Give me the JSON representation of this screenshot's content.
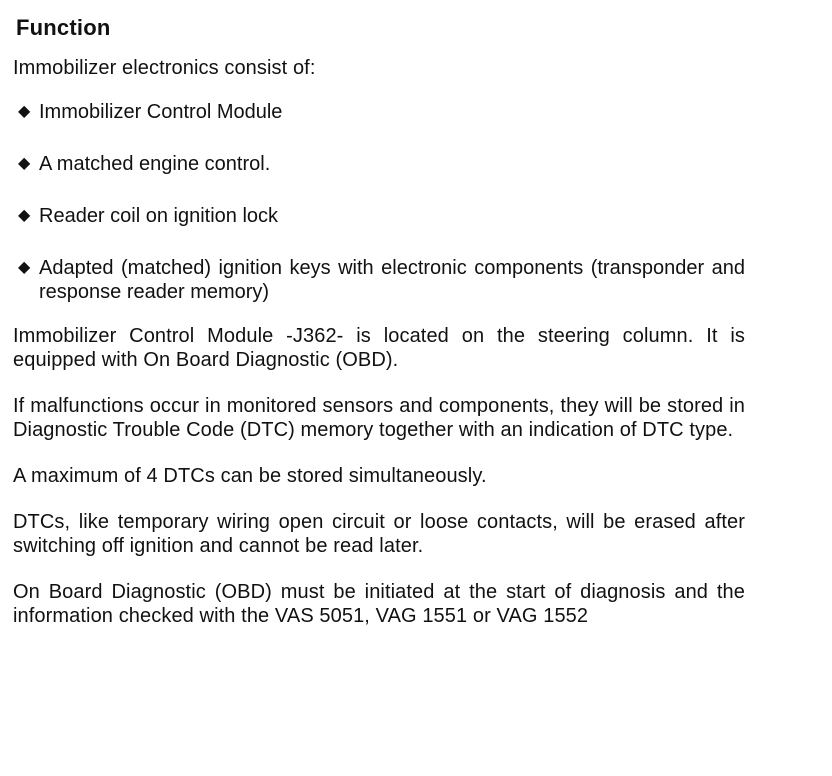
{
  "document": {
    "heading": "Function",
    "intro": "Immobilizer electronics consist of:",
    "bullet_icon": "diamond-bullet-icon",
    "bullets": [
      "Immobilizer Control Module",
      "A matched engine control.",
      "Reader coil on ignition lock",
      "Adapted (matched) ignition keys with electronic components (transponder and response reader memory)"
    ],
    "paragraphs": [
      "Immobilizer Control Module -J362- is located on the steering column. It is equipped with On Board Diagnostic (OBD).",
      "If malfunctions occur in monitored sensors and components, they will be stored in Diagnostic Trouble Code (DTC) memory together with an indication of DTC type.",
      "A maximum of 4 DTCs can be stored simultaneously.",
      "DTCs, like temporary wiring open circuit or loose contacts, will be erased after switching off ignition and cannot be read later.",
      "On Board Diagnostic (OBD) must be initiated at the start of diagnosis and the information checked with the VAS 5051, VAG 1551 or VAG 1552"
    ]
  }
}
